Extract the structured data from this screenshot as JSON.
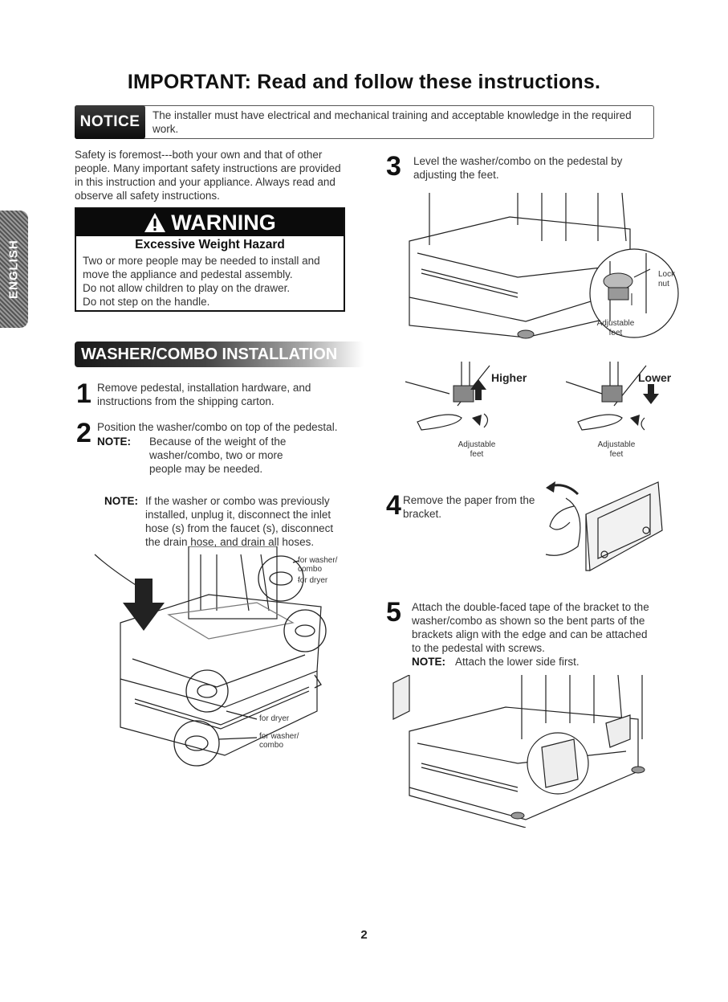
{
  "title": "IMPORTANT: Read and follow these instructions.",
  "notice": {
    "badge": "NOTICE",
    "text": "The installer must have electrical and mechanical training and acceptable knowledge in the required work."
  },
  "safety_intro": "Safety is foremost---both your own and that of other people. Many important safety instructions are provided in this instruction and your appliance. Always read and observe all safety instructions.",
  "warning": {
    "header": "WARNING",
    "subtitle": "Excessive Weight Hazard",
    "lines": [
      "Two or more people may be needed to install and",
      "move the appliance and pedestal assembly.",
      "Do not allow children to play on the drawer.",
      "Do not step on the handle."
    ]
  },
  "side_tab": "ENGLISH",
  "section_title": "WASHER/COMBO INSTALLATION",
  "steps": [
    {
      "num": "1",
      "text": "Remove pedestal, installation hardware, and instructions from the shipping carton."
    },
    {
      "num": "2",
      "text": "Position the washer/combo on top of the pedestal.",
      "note_label": "NOTE:",
      "note": "Because of the weight of the washer/combo, two or more people may be needed."
    },
    {
      "num": "3",
      "text": "Level the washer/combo on the pedestal by adjusting the feet."
    },
    {
      "num": "4",
      "text": "Remove the paper from the bracket."
    },
    {
      "num": "5",
      "text": "Attach the double-faced tape of the bracket to the washer/combo as shown so the bent parts of the brackets align with the edge and can be attached to the pedestal with screws.",
      "note_label": "NOTE:",
      "note": "Attach the lower side first."
    }
  ],
  "extra_note": {
    "label": "NOTE:",
    "text": "If the washer or combo was previously installed, unplug it, disconnect the inlet hose (s) from the faucet (s), disconnect the drain hose, and drain all hoses."
  },
  "figure_labels": {
    "for_washer_combo_top": "for washer/ combo",
    "for_dryer_top": "for dryer",
    "for_dryer_bottom": "for dryer",
    "for_washer_combo_bottom": "for washer/ combo",
    "lock_nut": "Lock nut",
    "adjustable_feet": "Adjustable feet",
    "higher": "Higher",
    "lower": "Lower",
    "adjustable_feet_left": "Adjustable feet",
    "adjustable_feet_right": "Adjustable feet"
  },
  "page_number": "2"
}
